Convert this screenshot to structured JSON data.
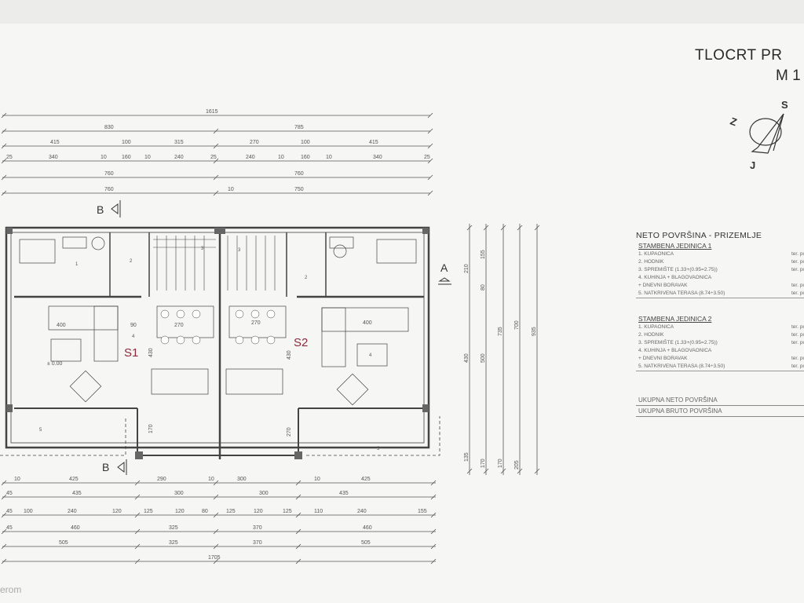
{
  "title": {
    "main": "TLOCRT PR",
    "scale": "M 1"
  },
  "compass": {
    "s": "S",
    "z": "Z",
    "j": "J"
  },
  "dims_top": [
    [
      "1615"
    ],
    [
      "830",
      "785"
    ],
    [
      "415",
      "100",
      "315",
      "270",
      "100",
      "415"
    ],
    [
      "25",
      "340",
      "10",
      "160",
      "10",
      "240",
      "25",
      "240",
      "10",
      "160",
      "10",
      "340",
      "25"
    ],
    [
      "760",
      "760"
    ],
    [
      "760",
      "750",
      "10"
    ]
  ],
  "dims_bottom": [
    [
      "10",
      "425",
      "290",
      "10",
      "300",
      "10",
      "425"
    ],
    [
      "45",
      "435",
      "300",
      "300",
      "435"
    ],
    [
      "45",
      "100",
      "240",
      "120",
      "125",
      "120",
      "80",
      "125",
      "120",
      "125",
      "110",
      "240",
      "155"
    ],
    [
      "45",
      "460",
      "325",
      "370",
      "460"
    ],
    [
      "505",
      "325",
      "370",
      "505"
    ],
    [
      "1705"
    ]
  ],
  "dims_right": [
    "210",
    "430",
    "135",
    "155",
    "80",
    "500",
    "170",
    "735",
    "170",
    "700",
    "205",
    "935"
  ],
  "plan": {
    "unit1": "S1",
    "unit2": "S2",
    "living_width_1": "400",
    "living_width_2": "400",
    "hall_width": "90",
    "dining_width_1": "270",
    "dining_width_2": "270",
    "depth_1": "430",
    "depth_2": "430",
    "level": "± 0.00",
    "terrace_depth_1": "170",
    "terrace_depth_2": "270",
    "room_numbers": [
      "1",
      "2",
      "3",
      "4",
      "5",
      "2",
      "3",
      "4",
      "5"
    ],
    "section_a": "A",
    "section_b_top": "B",
    "section_b_bottom": "B"
  },
  "legend": {
    "heading": "NETO POVRŠINA - PRIZEMLJE",
    "units": [
      {
        "name": "STAMBENA JEDINICA 1",
        "items": [
          "1. KUPAONICA",
          "2. HODNIK",
          "3. SPREMIŠTE (1.33+(0.95=2.75))",
          "4. KUHINJA + BLAGOVAONICA",
          "+ DNEVNI BORAVAK",
          "5. NATKRIVENA TERASA (8.74÷3.50)"
        ],
        "values": [
          "ter. površ",
          "ter. površ",
          "ter. površ",
          "",
          "ter. površ",
          "ter. površ"
        ]
      },
      {
        "name": "STAMBENA JEDINICA 2",
        "items": [
          "1. KUPAONICA",
          "2. HODNIK",
          "3. SPREMIŠTE (1.33+(0.95=2.75))",
          "4. KUHINJA + BLAGOVAONICA",
          "+ DNEVNI BORAVAK",
          "5. NATKRIVENA TERASA (8.74÷3.50)"
        ],
        "values": [
          "ter. površ",
          "ter. površ",
          "ter. površ",
          "",
          "ter. površ",
          "ter. površ"
        ]
      }
    ],
    "total_net": "UKUPNA NETO POVRŠINA",
    "total_gross": "UKUPNA BRUTO POVRŠINA"
  },
  "watermark": "erom"
}
